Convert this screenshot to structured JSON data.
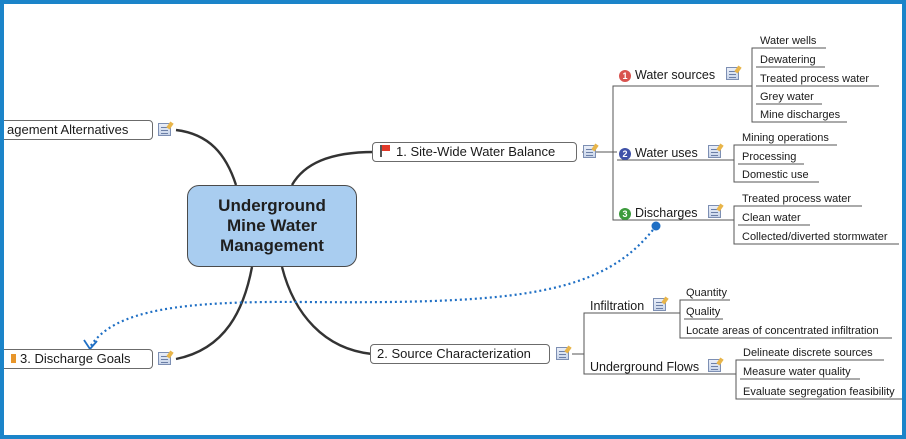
{
  "central": {
    "line1": "Underground",
    "line2": "Mine Water",
    "line3": "Management"
  },
  "topics": {
    "alternatives": "agement Alternatives",
    "site_wide": "1. Site-Wide Water Balance",
    "discharge_goals": "3. Discharge Goals",
    "source_char": "2. Source Characterization"
  },
  "water_sources": {
    "badge": "1",
    "label": "Water sources",
    "items": [
      "Water wells",
      "Dewatering",
      "Treated process water",
      "Grey water",
      "Mine discharges"
    ]
  },
  "water_uses": {
    "badge": "2",
    "label": "Water uses",
    "items": [
      "Mining operations",
      "Processing",
      "Domestic use"
    ]
  },
  "discharges": {
    "badge": "3",
    "label": "Discharges",
    "items": [
      "Treated process water",
      "Clean water",
      "Collected/diverted stormwater"
    ]
  },
  "infiltration": {
    "label": "Infiltration",
    "items": [
      "Quantity",
      "Quality",
      "Locate areas of concentrated infiltration"
    ]
  },
  "underground_flows": {
    "label": "Underground Flows",
    "items": [
      "Delineate discrete sources",
      "Measure water quality",
      "Evaluate segregation feasibility"
    ]
  },
  "colors": {
    "frame": "#1b84c9",
    "central_fill": "#a9cdf0",
    "relationship": "#1f6fc4",
    "badge1": "#d9534f",
    "badge2": "#3f51a8",
    "badge3": "#3d9b3d"
  },
  "icons": {
    "note": "note-icon",
    "flag": "red-flag-icon",
    "flag_orange": "orange-flag-icon"
  }
}
